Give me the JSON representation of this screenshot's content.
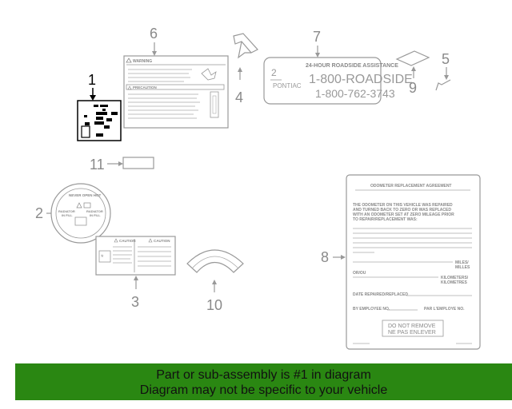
{
  "callouts": {
    "n1": "1",
    "n2": "2",
    "n3": "3",
    "n4": "4",
    "n5": "5",
    "n6": "6",
    "n7": "7",
    "n8": "8",
    "n9": "9",
    "n10": "10",
    "n11": "11"
  },
  "label6": {
    "warning": "WARNING",
    "precaution": "PRECAUTION"
  },
  "label7": {
    "header": "24-HOUR ROADSIDE ASSISTANCE",
    "line1": "1-800-ROADSIDE",
    "line2": "1-800-762-3743",
    "brand": "PONTIAC",
    "mark": "2"
  },
  "label2": {
    "top": "NEVER OPEN HOT",
    "left_line1": "RADIATOR",
    "left_line2": "IN FILL",
    "right_line1": "RADIATOR",
    "right_line2": "IN FILL"
  },
  "label3": {
    "caution_left": "CAUTION",
    "caution_right": "CAUTION"
  },
  "label8": {
    "title": "ODOMETER REPLACEMENT AGREEMENT",
    "para1": "THE ODOMETER ON THIS VEHICLE WAS REPAIRED",
    "para2": "AND TURNED BACK TO ZERO OR WAS REPLACED",
    "para3": "WITH AN ODOMETER SET AT ZERO MILEAGE PRIOR",
    "para4": "TO REPAIR/REPLACEMENT WAS:",
    "miles": "MILES/",
    "milles": "MILLES",
    "oreu": "OR/OU",
    "km1": "KILOMETERS/",
    "km2": "KILOMETRES",
    "date": "DATE REPAIRED/REPLACED",
    "employee": "BY EMPLOYEE NO.",
    "employe": "PAR L'EMPLOYE NO.",
    "remove1": "DO NOT REMOVE",
    "remove2": "NE PAS ENLEVER"
  },
  "banner": {
    "line1": "Part or sub-assembly is #1 in diagram",
    "line2": "Diagram may not be specific to your vehicle",
    "color": "#2a8712"
  }
}
